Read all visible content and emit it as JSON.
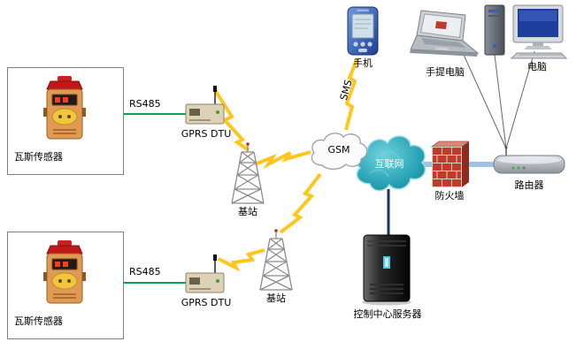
{
  "nodes": {
    "sensor_top": {
      "label": "瓦斯传感器"
    },
    "sensor_bottom": {
      "label": "瓦斯传感器"
    },
    "dtu_top": {
      "label": "GPRS DTU"
    },
    "dtu_bottom": {
      "label": "GPRS DTU"
    },
    "base_station_top": {
      "label": "基站"
    },
    "base_station_bottom": {
      "label": "基站"
    },
    "gsm_cloud": {
      "label": "GSM"
    },
    "internet_cloud": {
      "label": "互联网"
    },
    "firewall": {
      "label": "防火墙"
    },
    "router": {
      "label": "路由器"
    },
    "server": {
      "label": "控制中心服务器"
    },
    "phone": {
      "label": "手机"
    },
    "laptop": {
      "label": "手提电脑"
    },
    "desktop": {
      "label": "电脑"
    }
  },
  "links": {
    "rs485_top": {
      "label": "RS485"
    },
    "rs485_bottom": {
      "label": "RS485"
    },
    "sms": {
      "label": "SMS"
    }
  },
  "colors": {
    "cable_green": "#00A651",
    "lightning_gold": "#FFC61E",
    "lan_blue": "#9CC3E5",
    "server_link_blue": "#17375E",
    "internet_teal": "#2AA4B6",
    "firewall_red": "#C23B2A"
  }
}
